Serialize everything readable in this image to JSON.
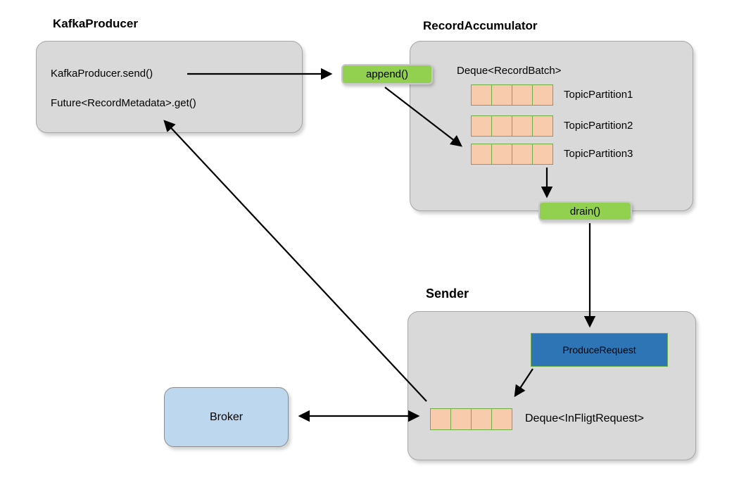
{
  "palette": {
    "box_fill": "#d9d9d9",
    "box_border": "#a6a6a6",
    "green_button_fill": "#92d050",
    "cell_fill": "#f8cbad",
    "cell_border": "#70ad47",
    "produce_request_fill": "#2e75b6",
    "broker_fill": "#bdd7ee",
    "arrow_color": "#000000"
  },
  "kafka_producer": {
    "title": "KafkaProducer",
    "lines": {
      "0": "KafkaProducer.send()",
      "1": "Future<RecordMetadata>.get()"
    }
  },
  "record_accumulator": {
    "title": "RecordAccumulator",
    "deque_label": "Deque<RecordBatch>",
    "cells_per_row": 4,
    "rows": {
      "0": {
        "label": "TopicPartition1"
      },
      "1": {
        "label": "TopicPartition2"
      },
      "2": {
        "label": "TopicPartition3"
      }
    }
  },
  "buttons": {
    "append": "append()",
    "drain": "drain()"
  },
  "sender": {
    "title": "Sender",
    "produce_request_label": "ProduceRequest",
    "deque_label": "Deque<InFligtRequest>",
    "cells_per_row": 4
  },
  "broker": {
    "label": "Broker"
  }
}
